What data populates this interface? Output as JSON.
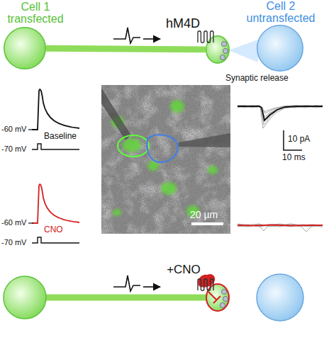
{
  "diagram": {
    "nodes": [
      {
        "text": [
          "Cell 1 transfected"
        ]
      },
      {
        "text": [
          "hM4D"
        ]
      },
      {
        "text": [
          "Cell 2 untransfected"
        ]
      },
      {
        "text": [
          "+CNO"
        ]
      }
    ],
    "edges": [
      {
        "from": 0,
        "to": 1,
        "arrow": "none"
      }
    ],
    "labels": [
      "-60 mV",
      "-70 mV",
      "Baseline",
      "-60 mV",
      "-70 mV",
      "CNO",
      "20 µm",
      "10 pA",
      "10 ms",
      "Synaptic release"
    ]
  }
}
